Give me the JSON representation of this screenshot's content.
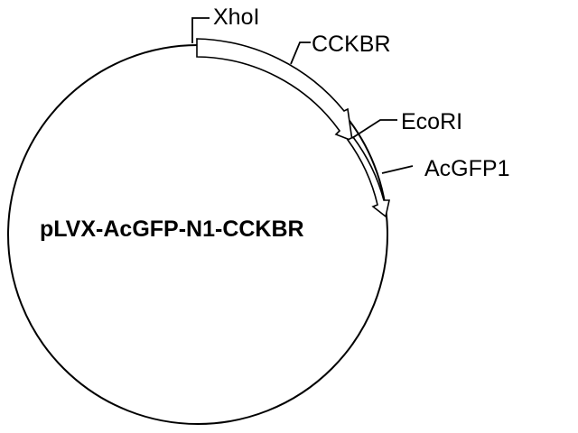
{
  "plasmid": {
    "name": "pLVX-AcGFP-N1-CCKBR"
  },
  "sites": {
    "xhoi": "XhoI",
    "ecori": "EcoRI"
  },
  "features": {
    "cckbr": "CCKBR",
    "acgfp1": "AcGFP1"
  },
  "colors": {
    "stroke": "#000000",
    "background": "#ffffff"
  }
}
